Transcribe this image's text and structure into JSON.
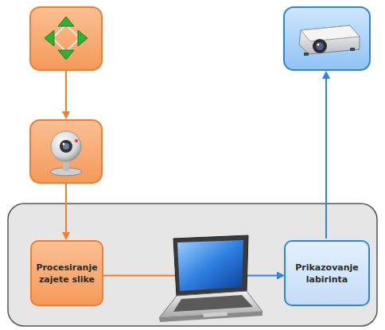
{
  "diagram": {
    "nodes": [
      {
        "text": [
          "Procesiranje zajete slike"
        ]
      },
      {
        "text": [
          "Prikazovanje labirinta"
        ]
      }
    ],
    "edges": [
      {
        "from": 0,
        "to": 1,
        "arrow": "to"
      }
    ]
  }
}
